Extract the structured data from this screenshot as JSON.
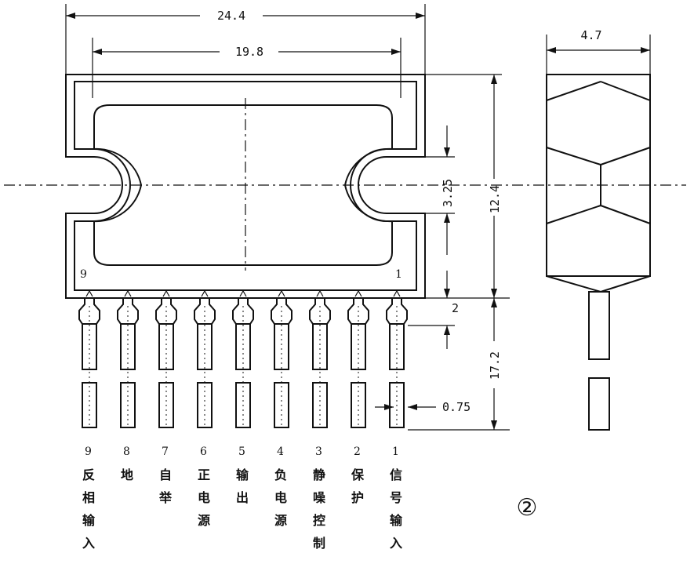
{
  "dimensions": {
    "overall_width": "24.4",
    "inner_width": "19.8",
    "body_height": "12.4",
    "hole_offset": "3.25",
    "lead_offset": "2",
    "lead_length": "17.2",
    "lead_width": "0.75",
    "thickness": "4.7"
  },
  "body_pin_marks": {
    "left": "9",
    "right": "1"
  },
  "pins": [
    {
      "number": "9",
      "function": [
        "反",
        "相",
        "输",
        "入"
      ]
    },
    {
      "number": "8",
      "function": [
        "地"
      ]
    },
    {
      "number": "7",
      "function": [
        "自",
        "举"
      ]
    },
    {
      "number": "6",
      "function": [
        "正",
        "电",
        "源"
      ]
    },
    {
      "number": "5",
      "function": [
        "输",
        "出"
      ]
    },
    {
      "number": "4",
      "function": [
        "负",
        "电",
        "源"
      ]
    },
    {
      "number": "3",
      "function": [
        "静",
        "噪",
        "控",
        "制"
      ]
    },
    {
      "number": "2",
      "function": [
        "保",
        "护"
      ]
    },
    {
      "number": "1",
      "function": [
        "信",
        "号",
        "输",
        "入"
      ]
    }
  ],
  "figure_mark": "②"
}
